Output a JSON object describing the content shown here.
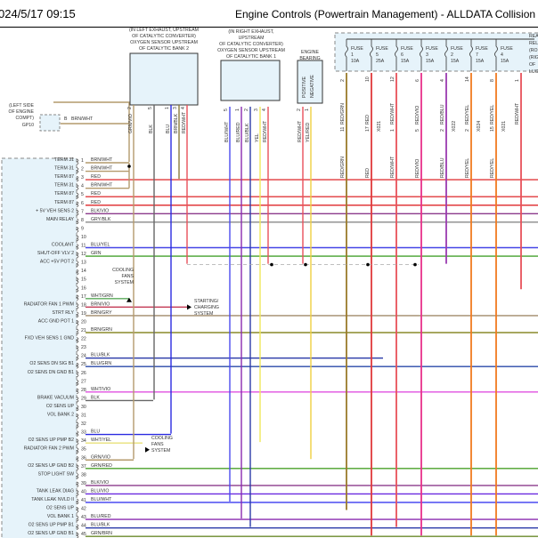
{
  "header": {
    "timestamp": "024/5/17 09:15",
    "title": "Engine Controls (Powertrain Management) - ALLDATA Collision"
  },
  "ground": {
    "location": [
      "(LEFT SIDE",
      "OF ENGINE",
      "COMPT)"
    ],
    "id": "GP10",
    "pin": "B",
    "wire": "BRN/WHT"
  },
  "sensor_b2": {
    "title": [
      "(IN LEFT EXHAUST, UPSTREAM",
      "OF CATALYTIC CONVERTER)",
      "OXYGEN SENSOR UPSTREAM",
      "OF CATALYTIC BANK 2"
    ],
    "pins": [
      {
        "n": "2",
        "w": "GRN/VIO"
      },
      {
        "n": "5",
        "w": "BLK"
      },
      {
        "n": "1",
        "w": "BLU"
      },
      {
        "n": "3",
        "w": "BRN/BLK"
      },
      {
        "n": "4",
        "w": "RED/WHT"
      }
    ]
  },
  "sensor_b1": {
    "title": [
      "(IN RIGHT EXHAUST,",
      "UPSTREAM",
      "OF CATALYTIC CONVERTER)",
      "OXYGEN SENSOR UPSTREAM",
      "OF CATALYTIC BANK 1"
    ],
    "pins": [
      {
        "n": "5",
        "w": "BLU/WHT"
      },
      {
        "n": "1",
        "w": "BLU/RED"
      },
      {
        "n": "2",
        "w": "BLU/BLK"
      },
      {
        "n": "3",
        "w": "YEL"
      },
      {
        "n": "4",
        "w": "RED/WHT"
      }
    ]
  },
  "bearing": {
    "title": [
      "ENGINE",
      "BEARING"
    ],
    "labels": [
      "POSITIVE",
      "NEGATIVE"
    ],
    "pins": [
      {
        "n": "2",
        "w": "RED/WHT"
      },
      {
        "n": "1",
        "w": "YEL/RED"
      }
    ]
  },
  "fuses": [
    {
      "name": "FUSE",
      "n": "1",
      "a": "10A",
      "pin": "2",
      "w": "RED/GRN",
      "pin2": "11",
      "w2": "RED/GRN"
    },
    {
      "name": "FUSE",
      "n": "5",
      "a": "25A",
      "pin": "10",
      "w": "RED",
      "pin2": "17",
      "w2": "RED",
      "conn": "X021"
    },
    {
      "name": "FUSE",
      "n": "6",
      "a": "15A",
      "pin": "12",
      "w": "RED/WHT",
      "pin2": "1",
      "w2": "RED/WHT"
    },
    {
      "name": "FUSE",
      "n": "3",
      "a": "15A",
      "pin": "6",
      "w": "RED/VIO",
      "pin2": "5",
      "w2": "RED/VIO"
    },
    {
      "name": "FUSE",
      "n": "2",
      "a": "15A",
      "pin": "4",
      "w": "RED/BLU",
      "pin2": "2",
      "w2": "RED/BLU",
      "conn": "X022"
    },
    {
      "name": "FUSE",
      "n": "7",
      "a": "15A",
      "pin": "14",
      "w": "RED/YEL",
      "pin2": "2",
      "w2": "RED/YEL",
      "conn": "X024"
    },
    {
      "name": "FUSE",
      "n": "4",
      "a": "15A",
      "pin": "8",
      "w": "RED/YEL",
      "pin2": "15",
      "w2": "RED/YEL",
      "conn": "X021"
    },
    {
      "name": "",
      "n": "",
      "a": "",
      "pin": "1",
      "w": "RED/WHT"
    }
  ],
  "fuse_box_label": [
    "REA",
    "REL",
    "(RO",
    "(RIG",
    "OF",
    "LUG"
  ],
  "notes": {
    "cooling1": [
      "COOLING",
      "FANS",
      "SYSTEM"
    ],
    "starting": [
      "STARTING/",
      "CHARGING",
      "SYSTEM"
    ],
    "cooling2": [
      "COOLING",
      "FANS",
      "SYSTEM"
    ]
  },
  "pins": [
    {
      "n": "1",
      "w": "BRN/WHT",
      "f": "TERM 31"
    },
    {
      "n": "2",
      "w": "BRN/WHT",
      "f": "TERM 31"
    },
    {
      "n": "3",
      "w": "RED",
      "f": "TERM 87"
    },
    {
      "n": "4",
      "w": "BRN/WHT",
      "f": "TERM 31"
    },
    {
      "n": "5",
      "w": "RED",
      "f": "TERM 87"
    },
    {
      "n": "6",
      "w": "RED",
      "f": "TERM 87"
    },
    {
      "n": "7",
      "w": "BLK/VIO",
      "f": "+ 5V VEH SENS 2"
    },
    {
      "n": "8",
      "w": "GRY/BLK",
      "f": "MAIN RELAY"
    },
    {
      "n": "9",
      "w": "",
      "f": ""
    },
    {
      "n": "10",
      "w": "",
      "f": ""
    },
    {
      "n": "11",
      "w": "BLU/YEL",
      "f": "COOLANT"
    },
    {
      "n": "12",
      "w": "GRN",
      "f": "SHUT-OFF VLV 2"
    },
    {
      "n": "13",
      "w": "",
      "f": "ACC +5V POT 2"
    },
    {
      "n": "14",
      "w": "",
      "f": ""
    },
    {
      "n": "15",
      "w": "",
      "f": ""
    },
    {
      "n": "16",
      "w": "",
      "f": ""
    },
    {
      "n": "17",
      "w": "WHT/GRN",
      "f": ""
    },
    {
      "n": "18",
      "w": "BRN/VIO",
      "f": "RADIATOR FAN 1 PWM"
    },
    {
      "n": "19",
      "w": "BRN/GRY",
      "f": "STRT RLY"
    },
    {
      "n": "20",
      "w": "",
      "f": "ACC GND POT 1"
    },
    {
      "n": "21",
      "w": "BRN/GRN",
      "f": ""
    },
    {
      "n": "22",
      "w": "",
      "f": "FXD VEH SENS 1 GND"
    },
    {
      "n": "23",
      "w": "",
      "f": ""
    },
    {
      "n": "24",
      "w": "BLU/BLK",
      "f": ""
    },
    {
      "n": "25",
      "w": "BLU/GRN",
      "f": "O2 SENS DN SIG B1"
    },
    {
      "n": "26",
      "w": "",
      "f": "O2 SENS DN GND B1"
    },
    {
      "n": "27",
      "w": "",
      "f": ""
    },
    {
      "n": "28",
      "w": "WHT/VIO",
      "f": ""
    },
    {
      "n": "29",
      "w": "BLK",
      "f": "BRAKE VACUUM"
    },
    {
      "n": "30",
      "w": "",
      "f": "O2 SENS UP"
    },
    {
      "n": "31",
      "w": "",
      "f": "VOL BANK 2"
    },
    {
      "n": "32",
      "w": "",
      "f": ""
    },
    {
      "n": "33",
      "w": "BLU",
      "f": ""
    },
    {
      "n": "34",
      "w": "WHT/YEL",
      "f": "O2 SENS UP PMP B2"
    },
    {
      "n": "35",
      "w": "",
      "f": "RADIATOR FAN 2 PWM"
    },
    {
      "n": "36",
      "w": "GRN/VIO",
      "f": ""
    },
    {
      "n": "37",
      "w": "GRN/RED",
      "f": "O2 SENS UP GND B2"
    },
    {
      "n": "38",
      "w": "",
      "f": "STOP LIGHT SW"
    },
    {
      "n": "39",
      "w": "BLK/VIO",
      "f": ""
    },
    {
      "n": "40",
      "w": "BLU/VIO",
      "f": "TANK LEAK DIAG"
    },
    {
      "n": "41",
      "w": "BLU/WHT",
      "f": "TANK LEAK NVLD II"
    },
    {
      "n": "42",
      "w": "",
      "f": "O2 SENS UP"
    },
    {
      "n": "43",
      "w": "BLU/RED",
      "f": "VOL BANK 1"
    },
    {
      "n": "44",
      "w": "BLU/BLK",
      "f": "O2 SENS UP PMP B1"
    },
    {
      "n": "45",
      "w": "GRN/BRN",
      "f": "O2 SENS UP GND B1"
    }
  ]
}
